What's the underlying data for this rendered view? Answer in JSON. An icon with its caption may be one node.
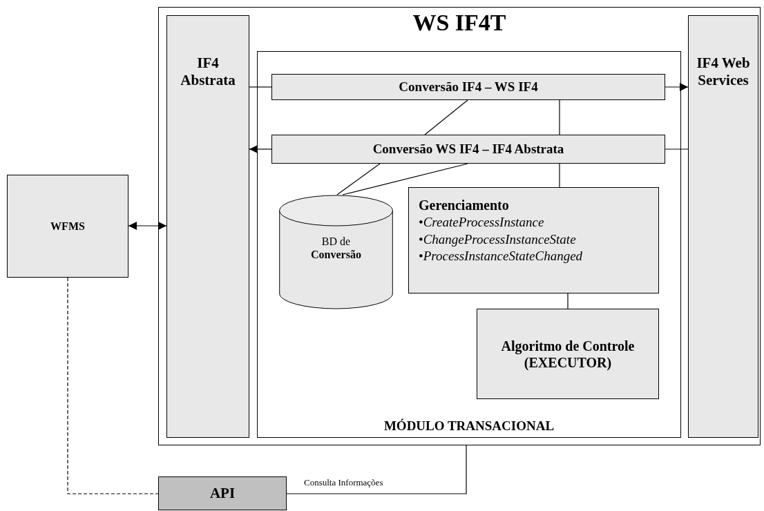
{
  "diagram": {
    "nodes": [
      {
        "text": [
          "WS IF4T"
        ]
      },
      {
        "text": [
          "IF4 Abstrata"
        ],
        "in": 0
      },
      {
        "text": [
          "MÓDULO TRANSACIONAL"
        ],
        "in": 0
      },
      {
        "text": [
          "Conversão IF4 – WS IF4"
        ],
        "in": 2
      },
      {
        "text": [
          "Conversão WS IF4 – IF4 Abstrata"
        ],
        "in": 2
      },
      {
        "text": [
          "BD de **Conversão**"
        ],
        "in": 2
      },
      {
        "text": [
          "Gerenciamento",
          "•*CreateProcessInstance*",
          "•*ChangeProcessInstanceState*",
          "•*ProcessInstanceStateChanged*"
        ],
        "in": 2
      },
      {
        "text": [
          "Algoritmo de Controle (EXECUTOR)"
        ],
        "in": 2
      },
      {
        "text": [
          "IF4 Web Services"
        ],
        "in": 0
      },
      {
        "text": [
          "WFMS"
        ]
      },
      {
        "text": [
          "API"
        ]
      }
    ],
    "edges": [
      {
        "from": 9,
        "to": 1,
        "arrow": "both"
      },
      {
        "from": 1,
        "to": 3,
        "arrow": "none"
      },
      {
        "from": 3,
        "to": 8,
        "arrow": "to"
      },
      {
        "from": 8,
        "to": 4,
        "arrow": "none"
      },
      {
        "from": 4,
        "to": 1,
        "arrow": "to"
      },
      {
        "from": 3,
        "to": 4,
        "arrow": "none"
      },
      {
        "from": 4,
        "to": 5,
        "arrow": "none"
      },
      {
        "from": 4,
        "to": 5,
        "arrow": "none"
      },
      {
        "from": 3,
        "to": 4,
        "arrow": "none"
      },
      {
        "from": 4,
        "to": 6,
        "arrow": "none"
      },
      {
        "from": 6,
        "to": 7,
        "arrow": "none"
      },
      {
        "from": 9,
        "to": 10,
        "arrow": "none",
        "style": "dashed"
      },
      {
        "from": 10,
        "to": 0,
        "arrow": "none",
        "label": "Consulta Informações"
      }
    ]
  }
}
